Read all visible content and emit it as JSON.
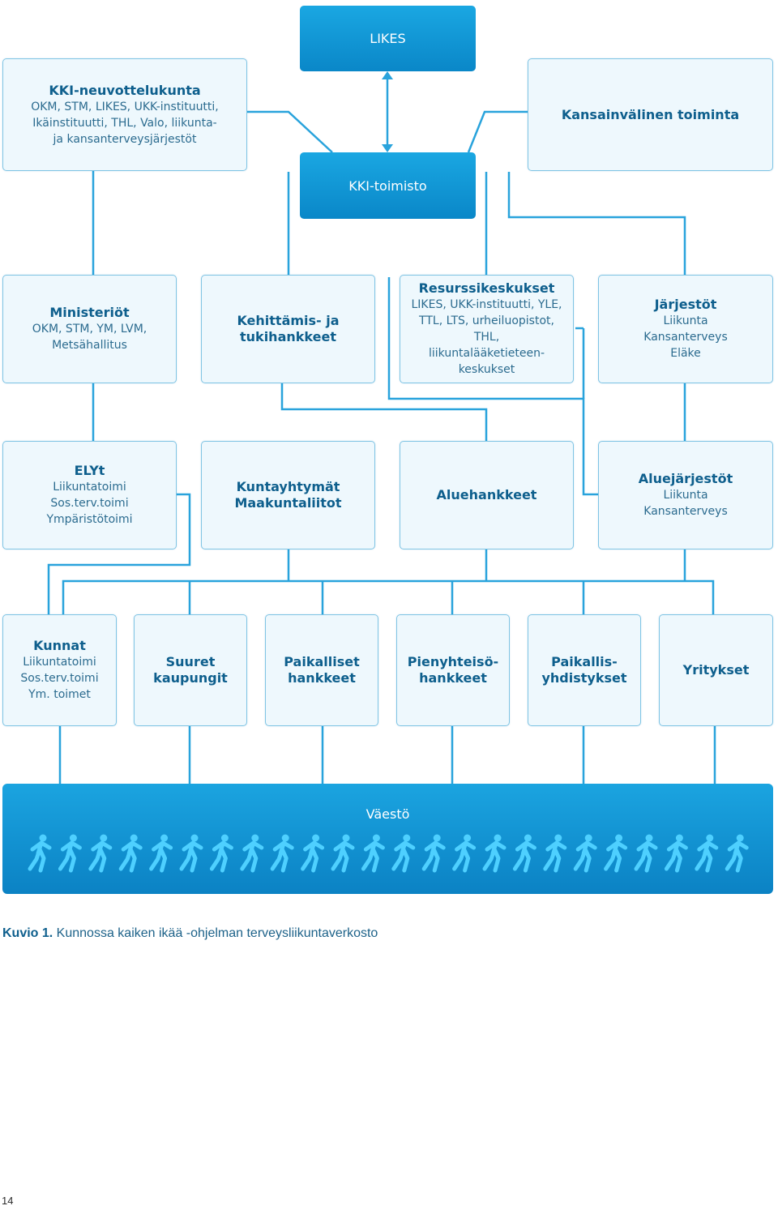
{
  "top": {
    "likes": "LIKES",
    "kki_toimisto": "KKI-toimisto",
    "neuvottelukunta": {
      "title": "KKI-neuvottelukunta",
      "lines": [
        "OKM, STM, LIKES, UKK-instituutti,",
        "Ikäinstituutti, THL, Valo, liikunta-",
        "ja kansanterveysjärjestöt"
      ]
    },
    "kansainvalinen": "Kansainvälinen toiminta"
  },
  "level2": {
    "ministeriot": {
      "title": "Ministeriöt",
      "lines": [
        "OKM, STM, YM, LVM,",
        "Metsähallitus"
      ]
    },
    "kehittamis": {
      "lines": [
        "Kehittämis- ja",
        "tukihankkeet"
      ]
    },
    "resurssi": {
      "title": "Resurssikeskukset",
      "lines": [
        "LIKES, UKK-instituutti, YLE,",
        "TTL, LTS, urheiluopistot, THL,",
        "liikuntalääketieteen-",
        "keskukset"
      ]
    },
    "jarjestot": {
      "title": "Järjestöt",
      "lines": [
        "Liikunta",
        "Kansanterveys",
        "Eläke"
      ]
    }
  },
  "level3": {
    "elyt": {
      "title": "ELYt",
      "lines": [
        "Liikuntatoimi",
        "Sos.terv.toimi",
        "Ympäristötoimi"
      ]
    },
    "kuntayhtymat": {
      "lines": [
        "Kuntayhtymät",
        "Maakuntaliitot"
      ]
    },
    "aluehankkeet": "Aluehankkeet",
    "aluejarjestot": {
      "title": "Aluejärjestöt",
      "lines": [
        "Liikunta",
        "Kansanterveys"
      ]
    }
  },
  "level4": {
    "kunnat": {
      "title": "Kunnat",
      "lines": [
        "Liikuntatoimi",
        "Sos.terv.toimi",
        "Ym. toimet"
      ]
    },
    "suuret": {
      "lines": [
        "Suuret",
        "kaupungit"
      ]
    },
    "paikalliset": {
      "lines": [
        "Paikalliset",
        "hankkeet"
      ]
    },
    "pienyhteiso": {
      "lines": [
        "Pienyhteisö-",
        "hankkeet"
      ]
    },
    "paikallisyhd": {
      "lines": [
        "Paikallis-",
        "yhdistykset"
      ]
    },
    "yritykset": "Yritykset"
  },
  "vaesto": {
    "label": "Väestö",
    "walker_count": 24
  },
  "caption": {
    "prefix": "Kuvio 1.",
    "text": " Kunnossa kaiken ikää -ohjelman terveysliikuntaverkosto"
  },
  "page_number": "14",
  "colors": {
    "line": "#29a3dc",
    "box_fill": "#eef8fd",
    "box_border": "#7fc4e4",
    "dark": "#0a87c8",
    "text": "#1d6289"
  }
}
